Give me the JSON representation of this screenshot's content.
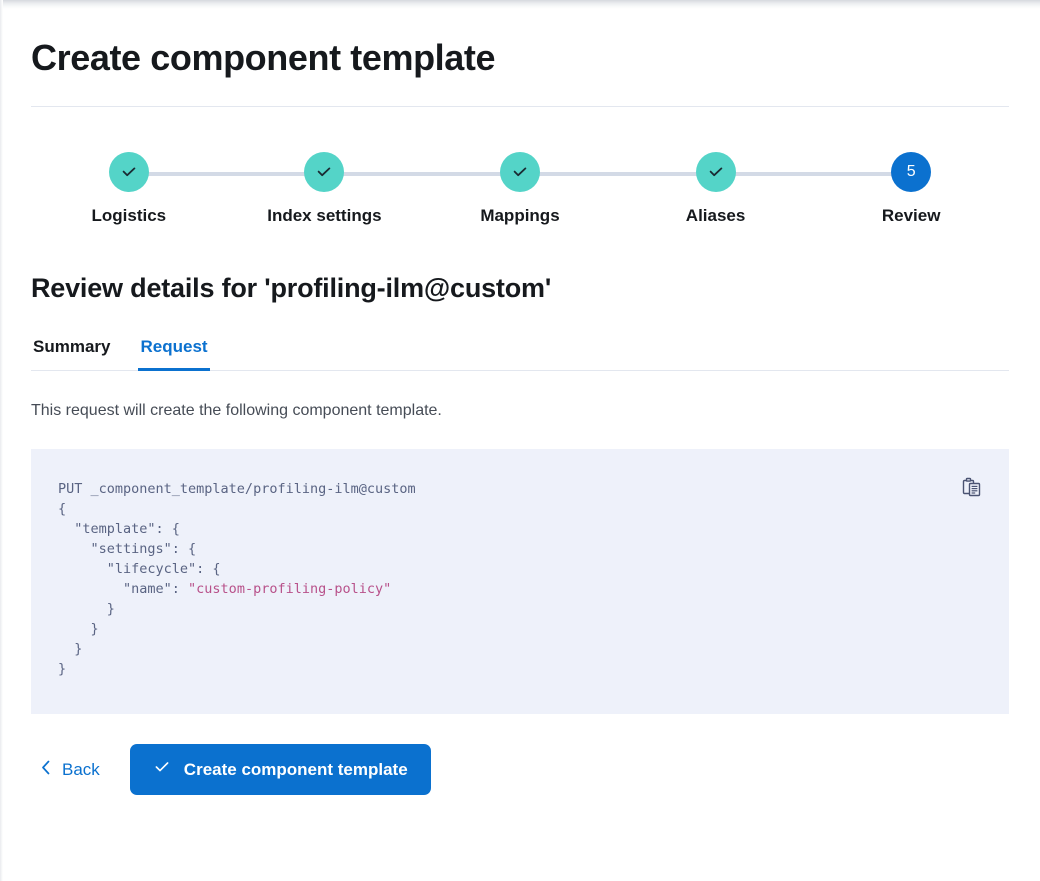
{
  "page": {
    "title": "Create component template"
  },
  "steps": {
    "items": [
      {
        "label": "Logistics",
        "state": "done",
        "number": "1",
        "icon": "check-icon"
      },
      {
        "label": "Index settings",
        "state": "done",
        "number": "2",
        "icon": "check-icon"
      },
      {
        "label": "Mappings",
        "state": "done",
        "number": "3",
        "icon": "check-icon"
      },
      {
        "label": "Aliases",
        "state": "done",
        "number": "4",
        "icon": "check-icon"
      },
      {
        "label": "Review",
        "state": "current",
        "number": "5",
        "icon": ""
      }
    ]
  },
  "review": {
    "heading": "Review details for 'profiling-ilm@custom'",
    "tabs": [
      {
        "label": "Summary",
        "active": false
      },
      {
        "label": "Request",
        "active": true
      }
    ],
    "description": "This request will create the following component template.",
    "code": {
      "request_line": "PUT _component_template/profiling-ilm@custom",
      "body_before_value": "{\n  \"template\": {\n    \"settings\": {\n      \"lifecycle\": {\n        \"name\": ",
      "string_value": "\"custom-profiling-policy\"",
      "body_after_value": "\n      }\n    }\n  }\n}",
      "copy_icon": "copy-clipboard-icon"
    }
  },
  "footer": {
    "back_label": "Back",
    "back_icon": "chevron-left-icon",
    "submit_label": "Create component template",
    "submit_icon": "check-icon"
  },
  "colors": {
    "accent_blue": "#0b71cf",
    "step_done_teal": "#54d4c8",
    "code_bg": "#eef1fa",
    "code_text": "#5a6483",
    "code_string": "#b8518a",
    "divider": "#e3e7ef"
  }
}
